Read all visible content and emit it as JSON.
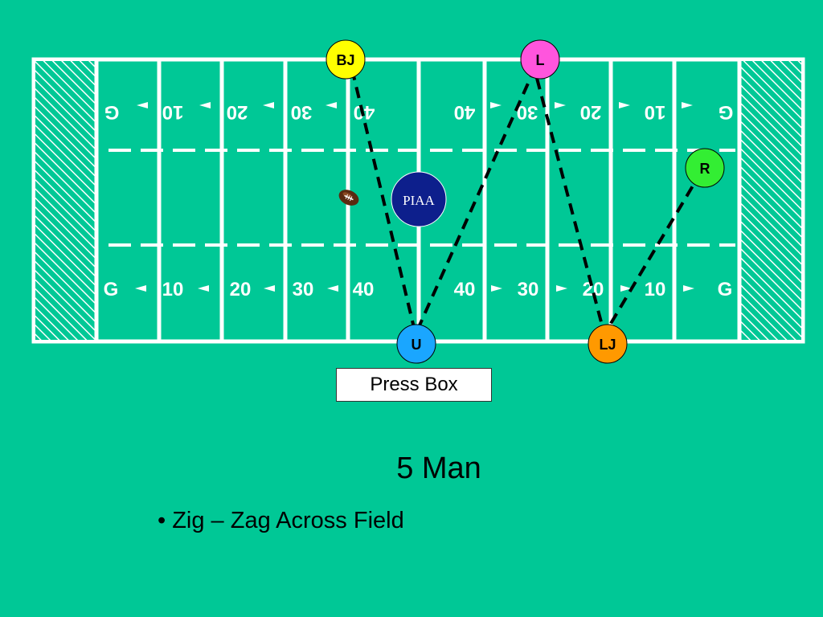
{
  "diagram": {
    "yard_labels_top": [
      "G",
      "10",
      "20",
      "30",
      "40",
      "40",
      "30",
      "20",
      "10",
      "G"
    ],
    "yard_labels_bottom": [
      "G",
      "10",
      "20",
      "30",
      "40",
      "40",
      "30",
      "20",
      "10",
      "G"
    ],
    "midfield_logo": "PIAA",
    "officials": [
      {
        "id": "bj",
        "label": "BJ",
        "color": "#ffff00"
      },
      {
        "id": "l",
        "label": "L",
        "color": "#ff55dd"
      },
      {
        "id": "r",
        "label": "R",
        "color": "#33ee33"
      },
      {
        "id": "u",
        "label": "U",
        "color": "#1aa6ff"
      },
      {
        "id": "lj",
        "label": "LJ",
        "color": "#ff9900"
      }
    ],
    "zigzag_order": [
      "BJ",
      "U",
      "L",
      "LJ",
      "R"
    ],
    "press_box_label": "Press Box"
  },
  "slide": {
    "title": "5 Man",
    "bullets": [
      "• Zig – Zag Across Field"
    ]
  }
}
